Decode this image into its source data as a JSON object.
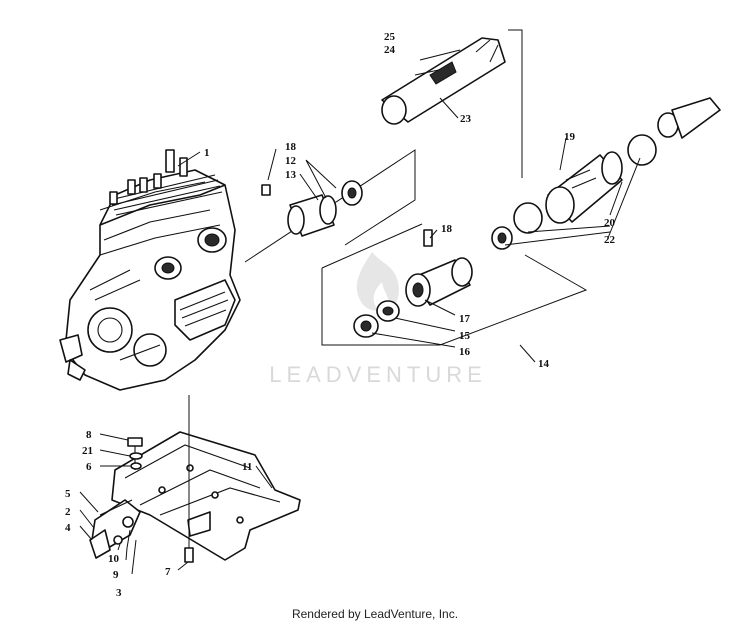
{
  "watermark": "LEADVENTURE",
  "footer": "Rendered by LeadVenture, Inc.",
  "callouts": [
    "1",
    "2",
    "3",
    "4",
    "5",
    "6",
    "7",
    "8",
    "9",
    "10",
    "11",
    "12",
    "13",
    "14",
    "15",
    "16",
    "17",
    "18",
    "18",
    "19",
    "20",
    "21",
    "22",
    "23",
    "24",
    "25"
  ]
}
